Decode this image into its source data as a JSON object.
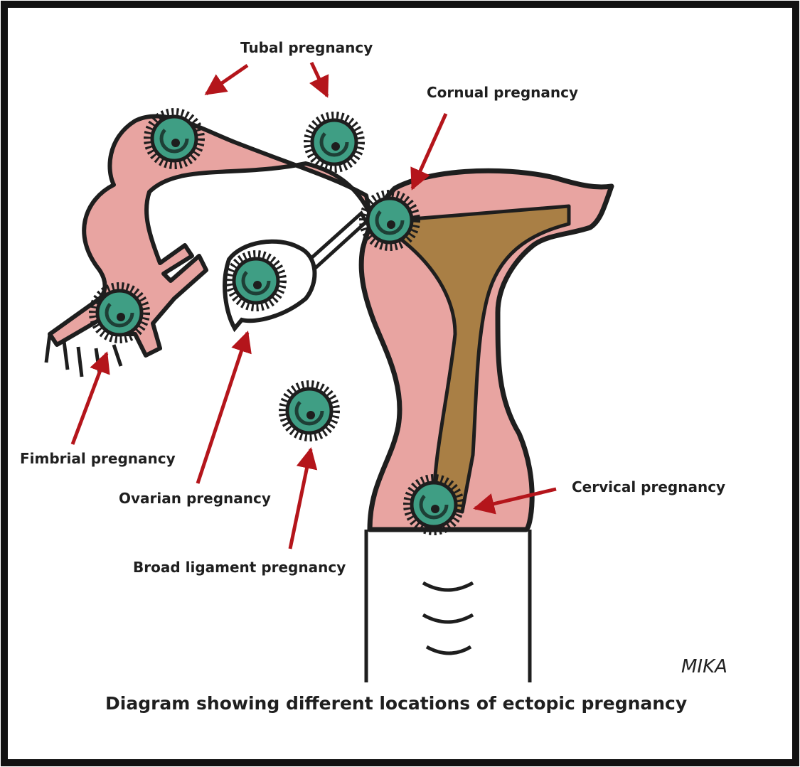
{
  "labels": {
    "tubal": "Tubal pregnancy",
    "cornual": "Cornual pregnancy",
    "fimbrial": "Fimbrial pregnancy",
    "ovarian": "Ovarian pregnancy",
    "broad_ligament": "Broad ligament pregnancy",
    "cervical": "Cervical pregnancy"
  },
  "caption": "Diagram showing different locations of ectopic pregnancy",
  "signature": "MIKA",
  "colors": {
    "tissue_pink": "#e8a4a1",
    "cavity_brown": "#a97f45",
    "embryo_green": "#3f9e84",
    "outline": "#1e1e1e",
    "arrow_red": "#b4151b",
    "frame": "#111111"
  }
}
